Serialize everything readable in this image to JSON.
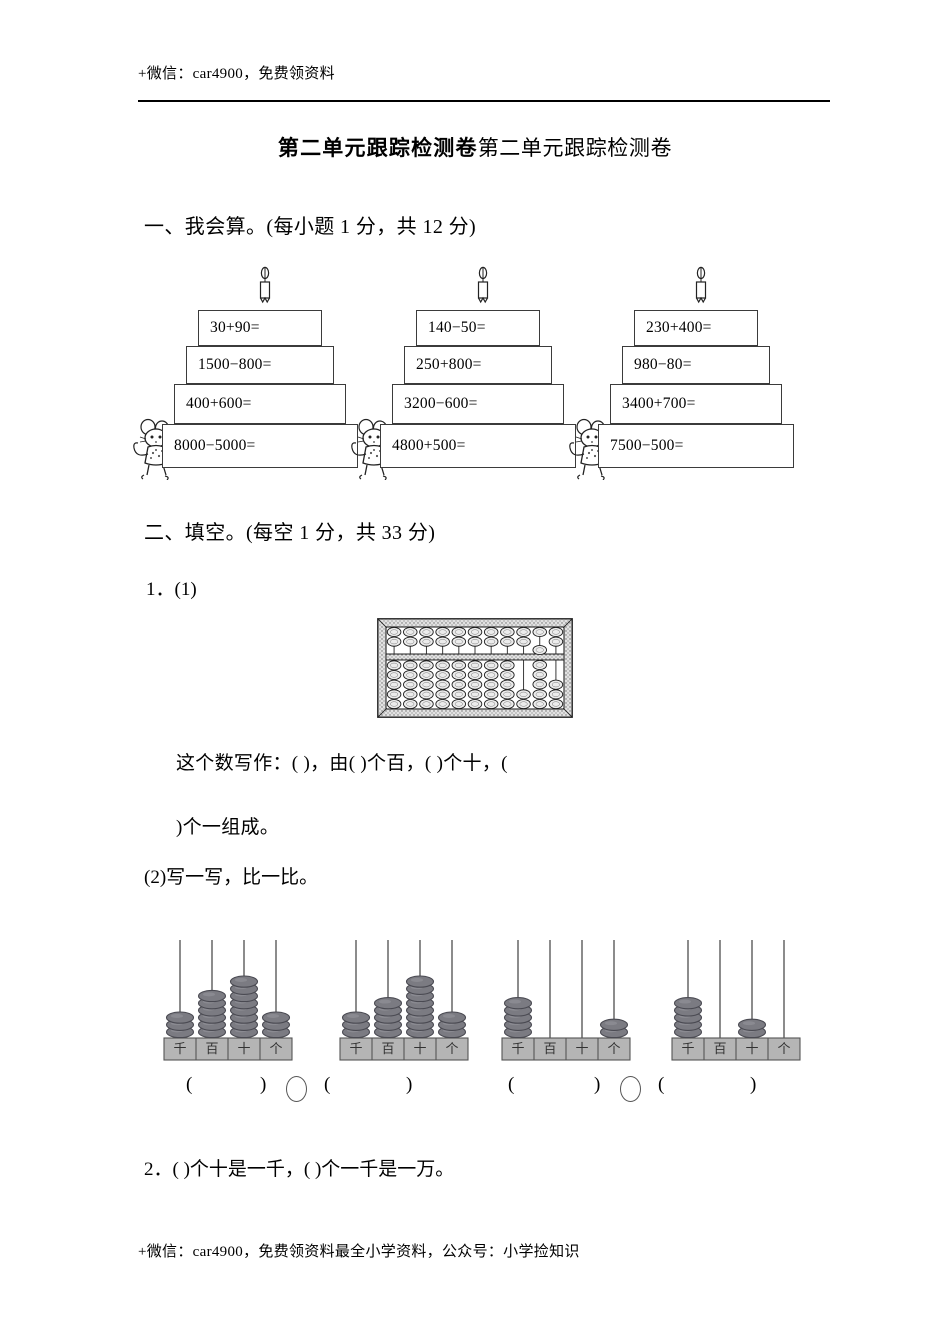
{
  "header": {
    "wechat_top": "+微信：car4900，免费领资料"
  },
  "title": {
    "bold": "第二单元跟踪检测卷",
    "plain": "第二单元跟踪检测卷"
  },
  "sections": {
    "one_heading": "一、我会算。(每小题 1 分，共 12 分)",
    "two_heading": "二、填空。(每空 1 分，共 33 分)"
  },
  "cakes": [
    {
      "name": "cake-1",
      "tiers": [
        "30+90=",
        "1500−800=",
        "400+600=",
        "8000−5000="
      ]
    },
    {
      "name": "cake-2",
      "tiers": [
        "140−50=",
        "250+800=",
        "3200−600=",
        "4800+500="
      ]
    },
    {
      "name": "cake-3",
      "tiers": [
        "230+400=",
        "980−80=",
        "3400+700=",
        "7500−500="
      ]
    }
  ],
  "q1": {
    "label": "1．(1)",
    "write_line_1": "这个数写作：(          )，由(          )个百，(          )个十，(",
    "write_line_2": ")个一组成。",
    "sub_b_label": "(2)写一写，比一比。"
  },
  "counters": [
    {
      "name": "counter-1",
      "rods": [
        "千",
        "百",
        "十",
        "个"
      ],
      "beads": [
        3,
        6,
        8,
        3
      ]
    },
    {
      "name": "counter-2",
      "rods": [
        "千",
        "百",
        "十",
        "个"
      ],
      "beads": [
        3,
        5,
        8,
        3
      ]
    },
    {
      "name": "counter-3",
      "rods": [
        "千",
        "百",
        "十",
        "个"
      ],
      "beads": [
        5,
        0,
        0,
        2
      ]
    },
    {
      "name": "counter-4",
      "rods": [
        "千",
        "百",
        "十",
        "个"
      ],
      "beads": [
        5,
        0,
        2,
        0
      ]
    }
  ],
  "answer_row": {
    "open_paren": "(",
    "close_paren": ")",
    "compare_circle": "○"
  },
  "q2": {
    "text": "2．(          )个十是一千，(          )个一千是一万。"
  },
  "footer": {
    "wechat_bottom": "+微信：car4900，免费领资料最全小学资料，公众号：小学捡知识"
  },
  "abacus": {
    "upper_rows": 2,
    "lower_rows": 5,
    "columns": 11,
    "frame_color": "#d8d8d8"
  },
  "colors": {
    "ink": "#000000",
    "bead": "#7b7b82",
    "bead_edge": "#4a4a52",
    "rail": "#a9a9ae",
    "tier_border": "#3b3b3b"
  }
}
